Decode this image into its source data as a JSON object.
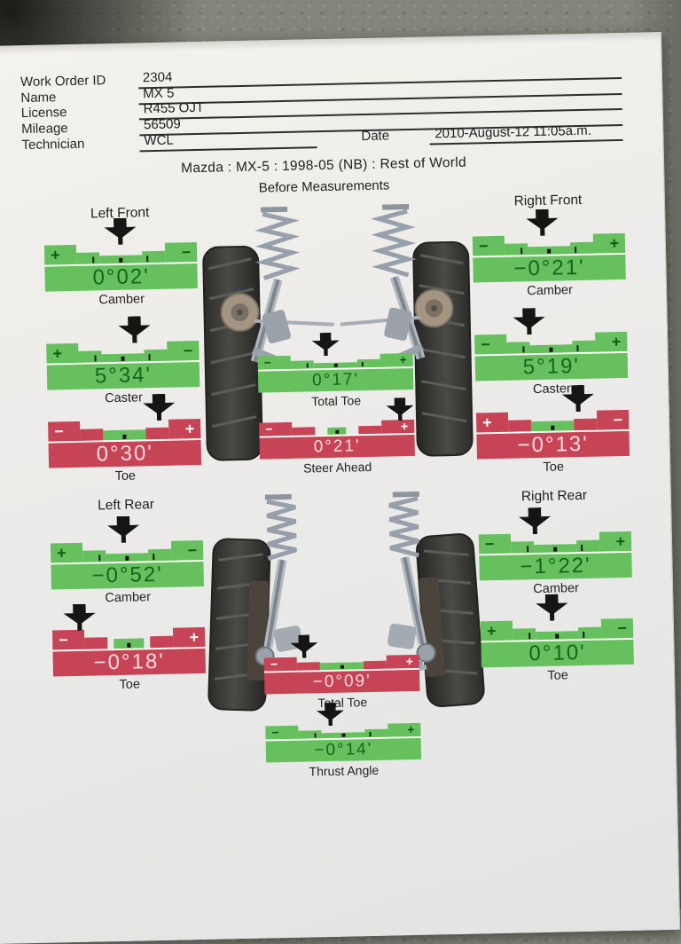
{
  "colors": {
    "in_spec_green": "#67c05e",
    "out_of_spec_red": "#c64456"
  },
  "header": {
    "fields": [
      {
        "label": "Work Order ID",
        "value": "2304"
      },
      {
        "label": "Name",
        "value": "MX 5"
      },
      {
        "label": "License",
        "value": "R455 OJT"
      },
      {
        "label": "Mileage",
        "value": "56509"
      },
      {
        "label": "Technician",
        "value": "WCL"
      }
    ],
    "date_label": "Date",
    "date_value": "2010-August-12 11:05a.m."
  },
  "title": "Mazda : MX-5 : 1998-05 (NB) : Rest of World",
  "subtitle": "Before Measurements",
  "corner_labels": {
    "front_left": "Left Front",
    "front_right": "Right Front",
    "rear_left": "Left Rear",
    "rear_right": "Right Rear"
  },
  "gauges": [
    {
      "id": "left-front-camber",
      "label": "Camber",
      "value": "0°02'",
      "state": "green",
      "left_sign": "+",
      "right_sign": "−",
      "arrow_pct": 50
    },
    {
      "id": "left-front-caster",
      "label": "Caster",
      "value": "5°34'",
      "state": "green",
      "left_sign": "+",
      "right_sign": "−",
      "arrow_pct": 58
    },
    {
      "id": "left-front-toe",
      "label": "Toe",
      "value": "0°30'",
      "state": "red",
      "left_sign": "−",
      "right_sign": "+",
      "arrow_pct": 73
    },
    {
      "id": "front-total-toe",
      "label": "Total Toe",
      "value": "0°17'",
      "state": "green",
      "left_sign": "−",
      "right_sign": "+",
      "arrow_pct": 44
    },
    {
      "id": "steer-ahead",
      "label": "Steer Ahead",
      "value": "0°21'",
      "state": "red",
      "left_sign": "−",
      "right_sign": "+",
      "arrow_pct": 91
    },
    {
      "id": "right-front-camber",
      "label": "Camber",
      "value": "−0°21'",
      "state": "green",
      "left_sign": "−",
      "right_sign": "+",
      "arrow_pct": 46
    },
    {
      "id": "right-front-caster",
      "label": "Caster",
      "value": "5°19'",
      "state": "green",
      "left_sign": "−",
      "right_sign": "+",
      "arrow_pct": 36
    },
    {
      "id": "right-front-toe",
      "label": "Toe",
      "value": "−0°13'",
      "state": "red",
      "left_sign": "+",
      "right_sign": "−",
      "arrow_pct": 67
    },
    {
      "id": "left-rear-camber",
      "label": "Camber",
      "value": "−0°52'",
      "state": "green",
      "left_sign": "+",
      "right_sign": "−",
      "arrow_pct": 48
    },
    {
      "id": "left-rear-toe",
      "label": "Toe",
      "value": "−0°18'",
      "state": "red",
      "left_sign": "−",
      "right_sign": "+",
      "arrow_pct": 18
    },
    {
      "id": "rear-total-toe",
      "label": "Total Toe",
      "value": "−0°09'",
      "state": "red",
      "left_sign": "−",
      "right_sign": "+",
      "arrow_pct": 26
    },
    {
      "id": "thrust-angle",
      "label": "Thrust Angle",
      "value": "−0°14'",
      "state": "green",
      "left_sign": "−",
      "right_sign": "+",
      "arrow_pct": 42
    },
    {
      "id": "right-rear-camber",
      "label": "Camber",
      "value": "−1°22'",
      "state": "green",
      "left_sign": "−",
      "right_sign": "+",
      "arrow_pct": 37
    },
    {
      "id": "right-rear-toe",
      "label": "Toe",
      "value": "0°10'",
      "state": "green",
      "left_sign": "+",
      "right_sign": "−",
      "arrow_pct": 47
    }
  ]
}
